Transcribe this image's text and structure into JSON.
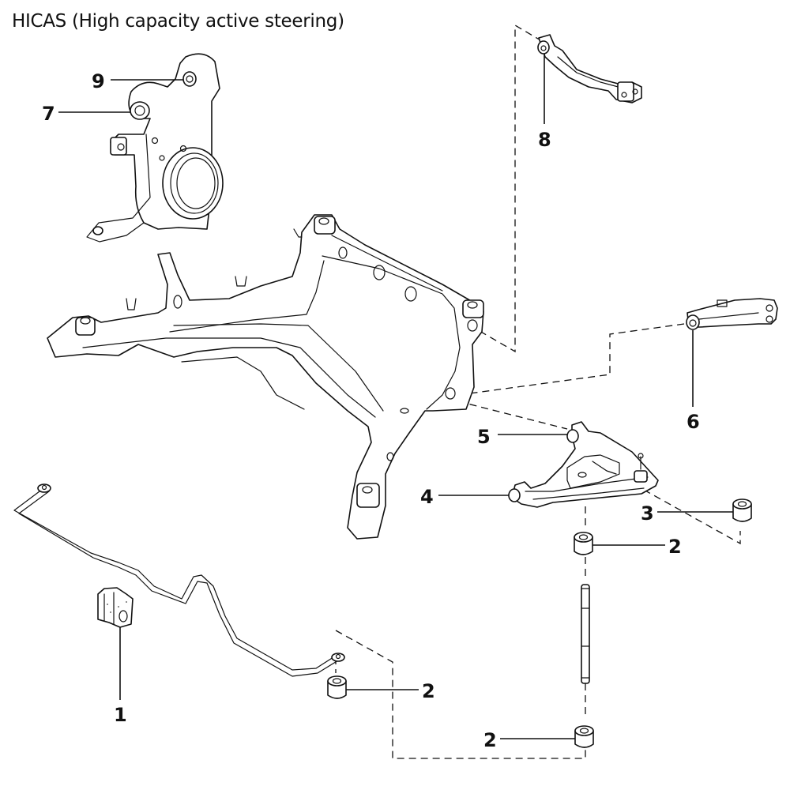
{
  "title": "HICAS (High capacity active steering)",
  "parts": {
    "knuckle": "Rear axle knuckle",
    "subframe": "Rear suspension member (subframe)",
    "upper_link": "Upper link arm",
    "side_link": "Side link arm",
    "lower_arm": "Lower arm",
    "stabilizer": "Stabilizer bar",
    "connecting_rod": "Stabilizer connecting rod"
  },
  "callouts": [
    {
      "label": "1",
      "target": "stabilizer bar bushing"
    },
    {
      "label": "2",
      "target": "connecting rod bushing (stabilizer end)"
    },
    {
      "label": "2",
      "target": "connecting rod bushing (lower arm upper)"
    },
    {
      "label": "2",
      "target": "connecting rod bushing (bottom)"
    },
    {
      "label": "3",
      "target": "lower arm outer bushing"
    },
    {
      "label": "4",
      "target": "lower arm front bushing"
    },
    {
      "label": "5",
      "target": "lower arm rear bushing"
    },
    {
      "label": "6",
      "target": "side link bushing"
    },
    {
      "label": "7",
      "target": "knuckle lower bushing"
    },
    {
      "label": "8",
      "target": "upper link bushing"
    },
    {
      "label": "9",
      "target": "knuckle upper bushing"
    }
  ],
  "colors": {
    "line": "#111111",
    "background": "#ffffff"
  }
}
